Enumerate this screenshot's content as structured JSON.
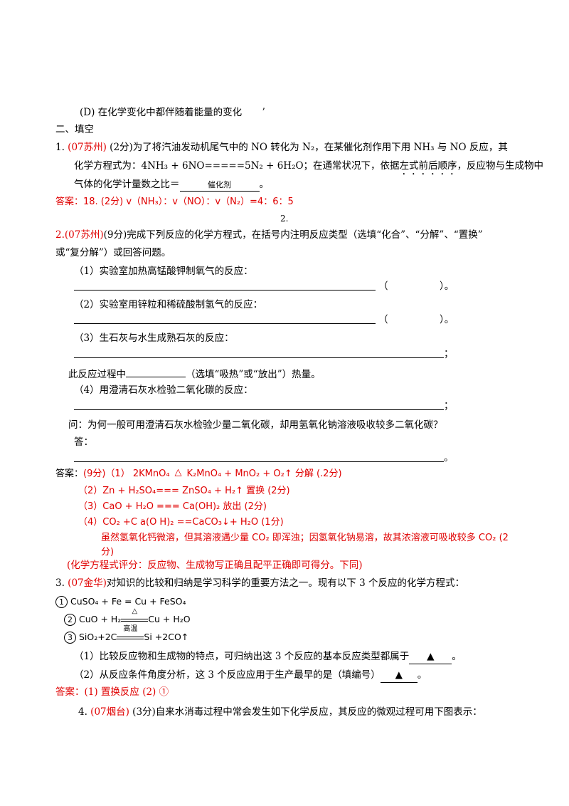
{
  "top_option": "(D) 在化学变化中都伴随着能量的变化",
  "top_mark": "’",
  "section_title": "二、填空",
  "q1": {
    "num": "1. ",
    "source": "(07苏州)",
    "line1": " (2分)为了将汽油发动机尾气中的 NO 转化为 N₂，在某催化剂作用下用 NH₃ 与 NO 反应，其",
    "line2a": "化学方程式为：4NH₃ + 6NO=====5N₂ + 6H₂O；在通常状况下，依据",
    "line2dots": "左式前后顺序",
    "line2b": "，反应物与生成物中",
    "line3a": "气体的化学计量数之比＝",
    "line3blank": "催化剂",
    "line3b": "。",
    "answer": "答案：18. (2分) v（NH₃）：v（NO）：v（N₂）=4：6：5",
    "stray": "2."
  },
  "q2": {
    "source": "2.(07苏州)",
    "line1": "(9分)完成下列反应的化学方程式，在括号内注明反应类型（选填“化合”、“分解”、“置换”",
    "line2": "或“复分解”）或回答问题。",
    "p1": "（1）实验室加热高锰酸钾制氧气的反应：",
    "p2": "（2）实验室用锌粒和稀硫酸制氢气的反应：",
    "p3": "（3）生石灰与水生成熟石灰的反应：",
    "p3_q_a": "此反应过程中",
    "p3_q_b": "（选填“吸热”或“放出”）热量。",
    "p4": "（4）用澄清石灰水检验二氧化碳的反应：",
    "p4_q": "问：为何一般可用澄清石灰水检验少量二氧化碳，却用氢氧化钠溶液吸收较多二氧化碳？",
    "p4_ans_label": "答：",
    "paren_open": "（",
    "paren_close": "）。",
    "semicolon": "；",
    "period": "。",
    "ans_label": "答案：",
    "ans1_a": "(9分)（1）  2KMnO₄",
    "ans1_cond": "△",
    "ans1_b": "K₂MnO₄ + MnO₂ + O₂↑      分解 (.2分)",
    "ans2": "（2）Zn + H₂SO₄=== ZnSO₄ + H₂↑   置换  (2分)",
    "ans3": "（3）CaO + H₂O === Ca(OH)₂  放出   (2分)",
    "ans4": "（4）CO₂ +C a(O H)₂ ==CaCO₃↓+ H₂O (1分)",
    "ans4_ex1": "虽然氢氧化钙微溶，但其溶液遇少量 CO₂ 即浑浊；因氢氧化钠易溶，故其浓溶液可吸收较多 CO₂ (2",
    "ans4_ex2": "分)",
    "note": "(化学方程式评分：反应物、生成物写正确且配平正确即可得分。下同)"
  },
  "q3": {
    "num": "3. ",
    "source": "(07金华)",
    "line1": "对知识的比较和归纳是学习科学的重要方法之一。现有以下 3 个反应的化学方程式：",
    "e1_num": "1",
    "e1": "CuSO₄ + Fe = Cu + FeSO₄",
    "e2_num": "2",
    "e2_a": "CuO + H₂",
    "e2_cond": "△",
    "e2_b": "Cu + H₂O",
    "e3_num": "3",
    "e3_a": "SiO₂+2C",
    "e3_cond": "高温",
    "e3_b": "Si +2CO↑",
    "s1_a": "（1）比较反应物和生成物的特点，可归纳出这 3 个反应的基本反应类型都属于",
    "s1_mark": "▲",
    "s1_b": "。",
    "s2_a": "（2）从反应条件角度分析，这 3 个反应应用于生产最早的是（填编号）",
    "s2_mark": "▲",
    "s2_b": "。",
    "answer": "答案：(1) 置换反应      (2) ①"
  },
  "q4": {
    "num": "4.  ",
    "source": "(07烟台)",
    "text": "  (3分)自来水消毒过程中常会发生如下化学反应，其反应的微观过程可用下图表示："
  }
}
